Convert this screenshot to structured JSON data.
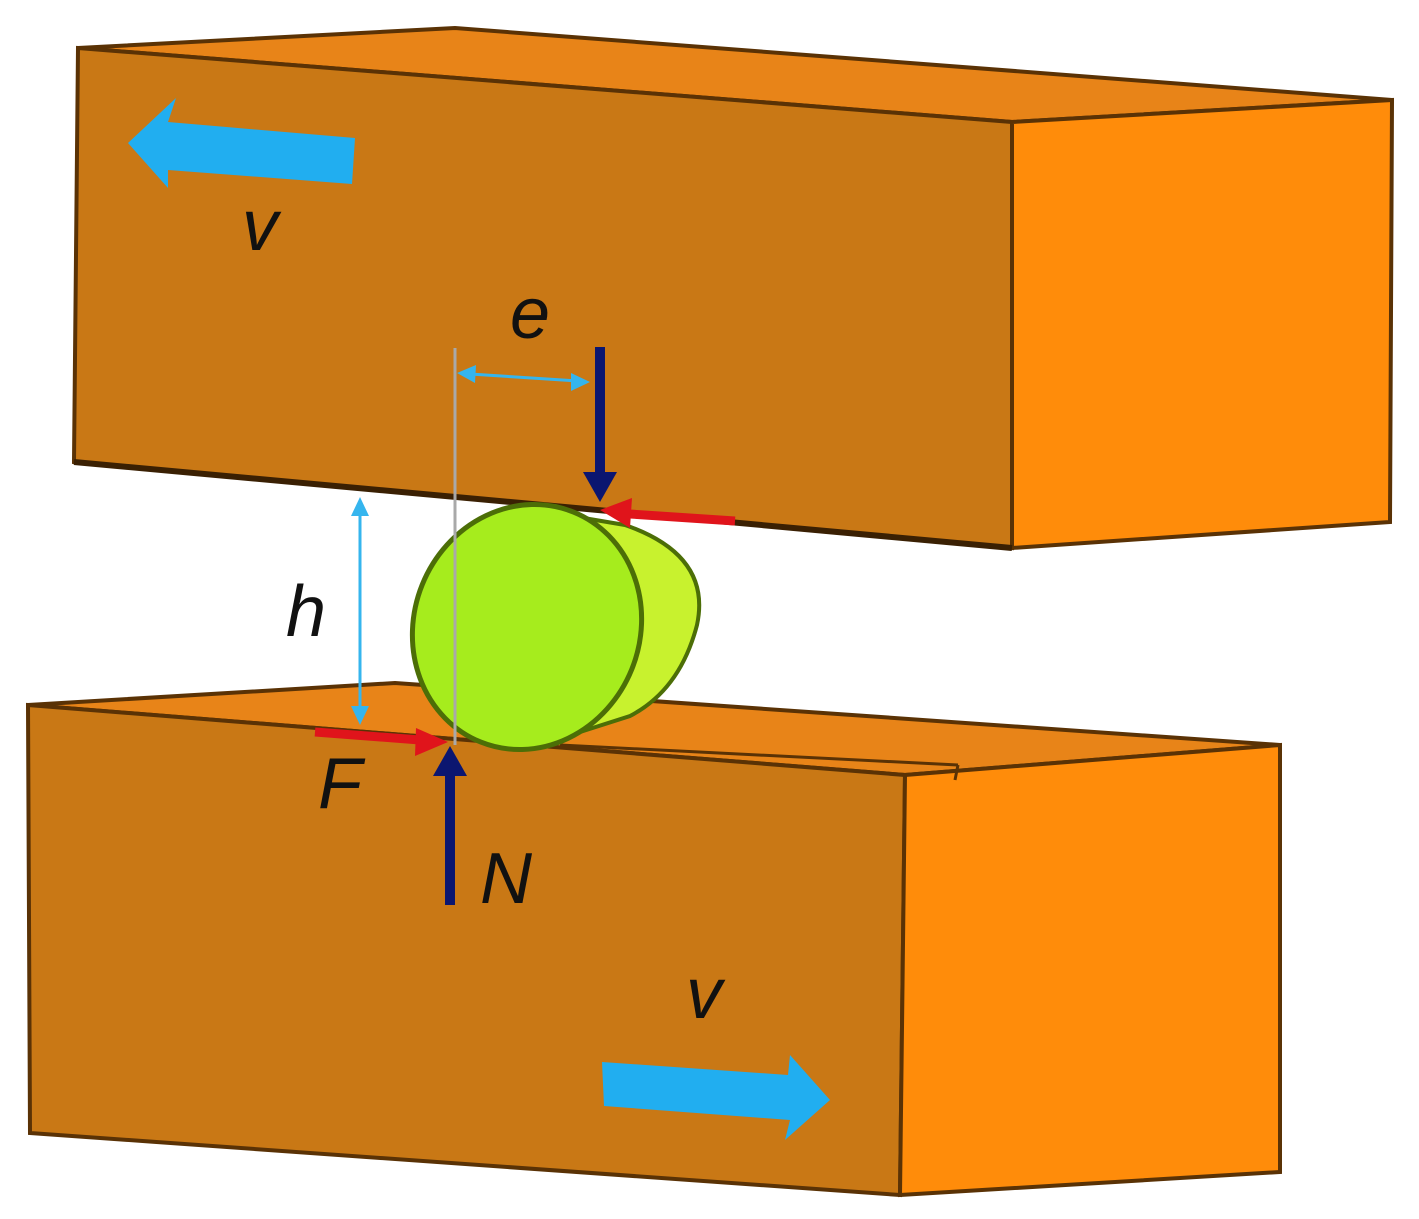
{
  "labels": {
    "v_top": "v",
    "e": "e",
    "h": "h",
    "F": "F",
    "N": "N",
    "v_bottom": "v"
  },
  "colors": {
    "block_front": "#c97815",
    "block_side": "#ff8c0a",
    "block_top": "#e88418",
    "roller_face": "#a6ec1d",
    "roller_body": "#c8f22e",
    "velocity_arrow": "#21aef0",
    "normal_force": "#0b1670",
    "friction_force": "#e0141b",
    "dimension_line": "#35b5ee"
  }
}
